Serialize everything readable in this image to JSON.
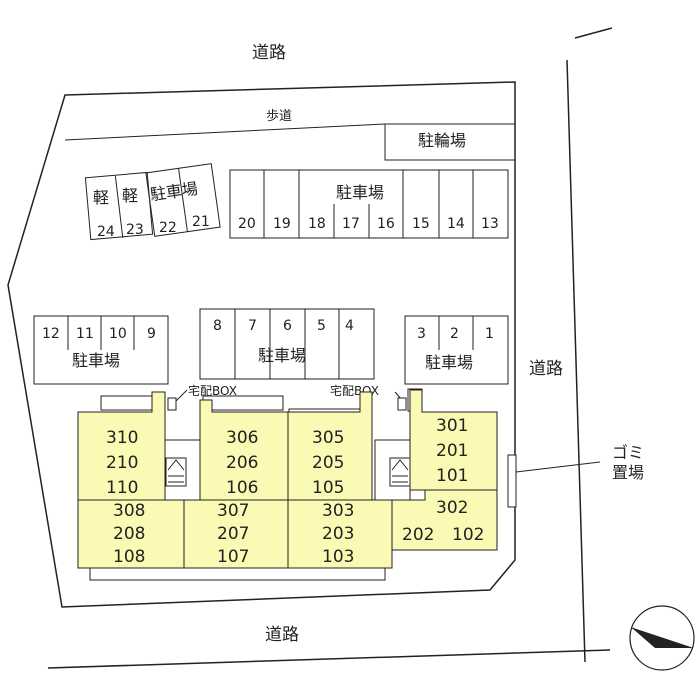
{
  "roads": {
    "north": "道路",
    "east": "道路",
    "south": "道路"
  },
  "sidewalk": "歩道",
  "bicycle_parking": "駐輪場",
  "garbage": {
    "line1": "ゴミ",
    "line2": "置場"
  },
  "delivery_boxes": [
    "宅配BOX",
    "宅配BOX"
  ],
  "parking": {
    "label": "駐車場",
    "light_label": "軽",
    "top_left_spaces": [
      "24",
      "23",
      "22",
      "21"
    ],
    "top_right_spaces": [
      "20",
      "19",
      "18",
      "17",
      "16",
      "15",
      "14",
      "13"
    ],
    "mid_left_spaces": [
      "12",
      "11",
      "10",
      "9"
    ],
    "mid_center_spaces": [
      "8",
      "7",
      "6",
      "5",
      "4"
    ],
    "mid_right_spaces": [
      "3",
      "2",
      "1"
    ]
  },
  "building": {
    "units": [
      {
        "lines": [
          "310",
          "210",
          "110"
        ]
      },
      {
        "lines": [
          "306",
          "206",
          "106"
        ]
      },
      {
        "lines": [
          "305",
          "205",
          "105"
        ]
      },
      {
        "lines": [
          "301",
          "201",
          "101"
        ]
      },
      {
        "lines": [
          "308",
          "208",
          "108"
        ]
      },
      {
        "lines": [
          "307",
          "207",
          "107"
        ]
      },
      {
        "lines": [
          "303",
          "203",
          "103"
        ]
      },
      {
        "lines": [
          "302",
          "202",
          "102"
        ]
      }
    ],
    "fill_color": "#fafab4"
  },
  "compass_icon": "north-arrow-icon"
}
